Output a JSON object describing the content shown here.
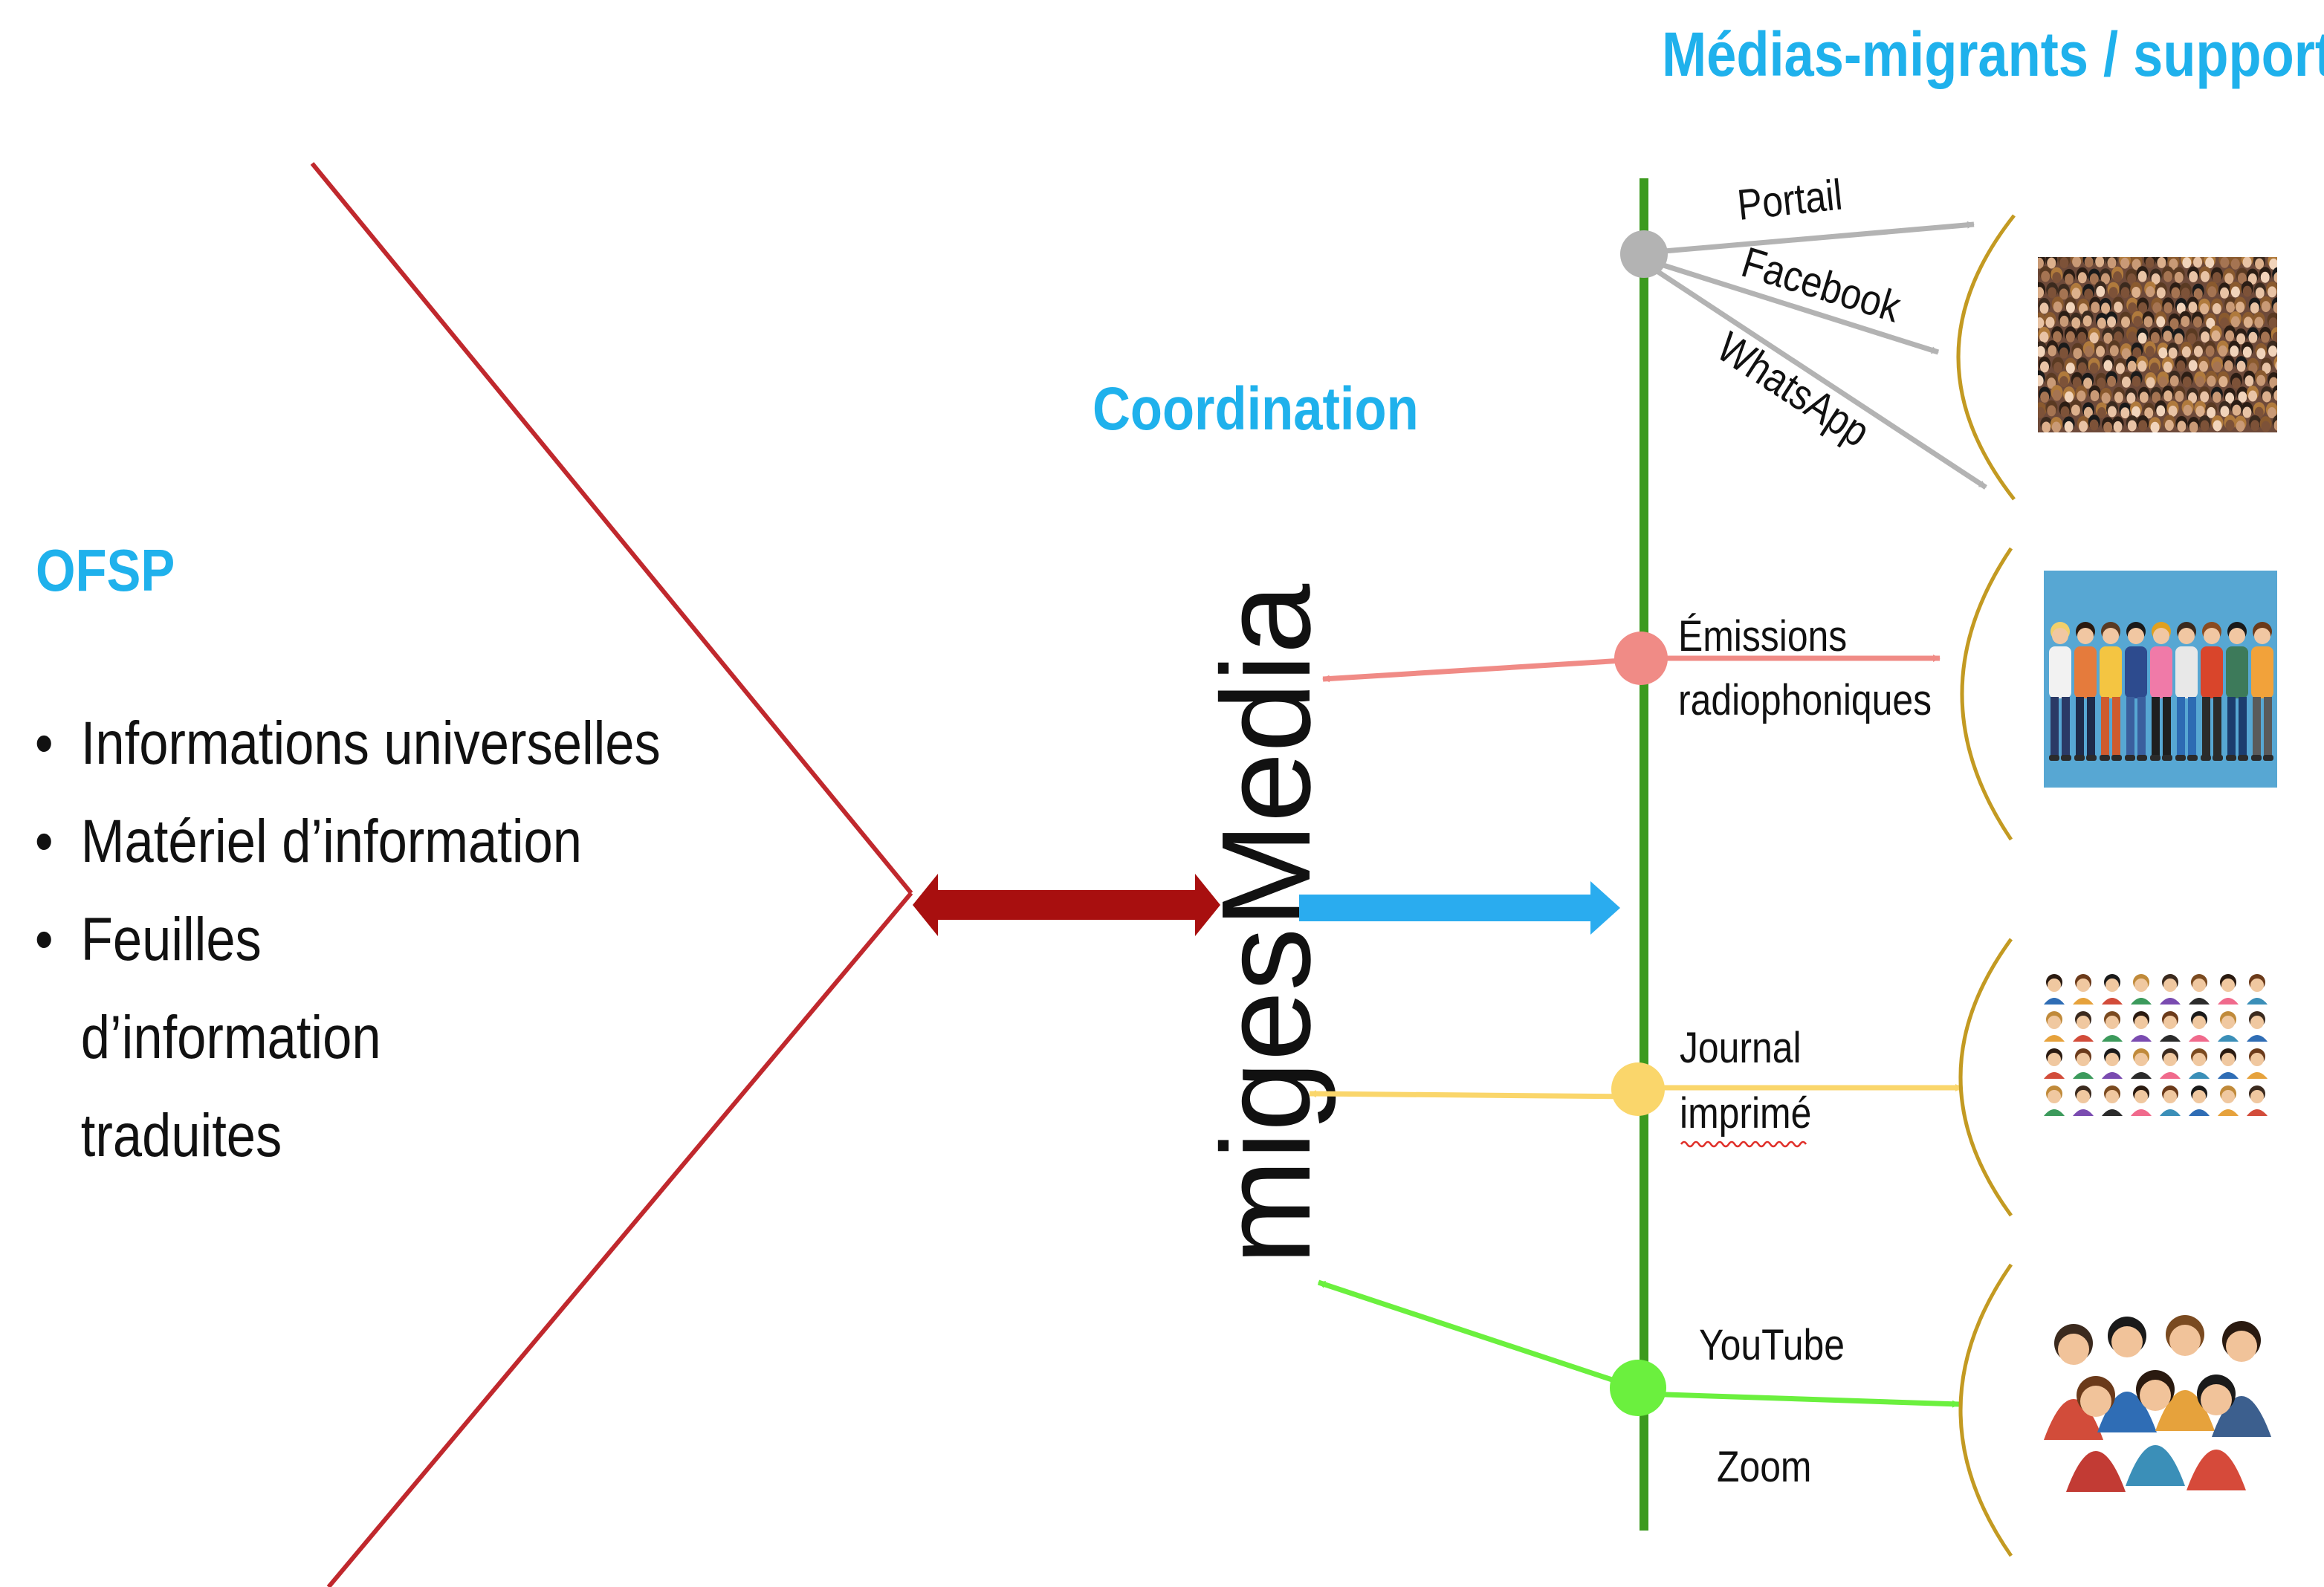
{
  "headings": {
    "ofsp": "OFSP",
    "coordination": "Coordination",
    "medias": "Médias-migrants / supports"
  },
  "ofsp_items": [
    "Informations universelles",
    "Matériel d’information",
    "Feuilles d’information traduites"
  ],
  "center_label": "migesMedia",
  "channels": {
    "portail": "Portail",
    "facebook": "Facebook",
    "whatsapp": "WhatsApp",
    "emissions_1": "Émissions",
    "emissions_2": "radiophoniques",
    "journal_1": "Journal",
    "journal_2": "imprimé",
    "youtube": "YouTube",
    "zoom": "Zoom"
  },
  "colors": {
    "heading": "#1fb1ec",
    "funnel": "#c0282d",
    "double_arrow": "#a80f0f",
    "blue_arrow": "#2aacef",
    "axis": "#3c9a1e",
    "digital": "#b3b3b3",
    "radio": "#f08b86",
    "print": "#fad66b",
    "video": "#6bf03e",
    "bracket": "#c39a22"
  },
  "audience_icons": [
    "crowd-photo",
    "people-illustration",
    "avatar-grid",
    "team-illustration"
  ]
}
